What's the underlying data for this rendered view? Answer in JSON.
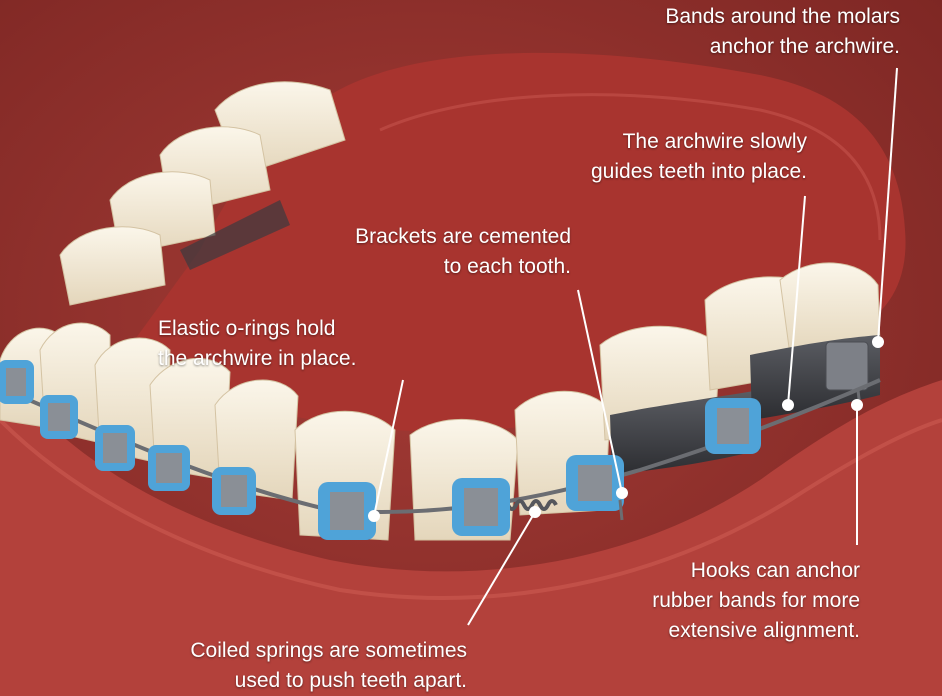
{
  "annotations": {
    "bands": [
      "Bands around the molars",
      "anchor the archwire."
    ],
    "archwire": [
      "The archwire slowly",
      "guides teeth into place."
    ],
    "brackets": [
      "Brackets are cemented",
      "to each tooth."
    ],
    "orings": [
      "Elastic o-rings hold",
      "the archwire in place."
    ],
    "hooks": [
      "Hooks can anchor",
      "rubber bands for more",
      "extensive alignment."
    ],
    "springs": [
      "Coiled springs are sometimes",
      "used to push teeth apart."
    ]
  },
  "colors": {
    "background": "#8e2f2b",
    "gum": "#b3413b",
    "tongue": "#a8342f",
    "tooth": "#f3ead8",
    "o_ring": "#4fa3d8",
    "bracket_metal": "#8a8f96",
    "molar_band": "#3c3d42",
    "label_text": "#ffffff"
  }
}
